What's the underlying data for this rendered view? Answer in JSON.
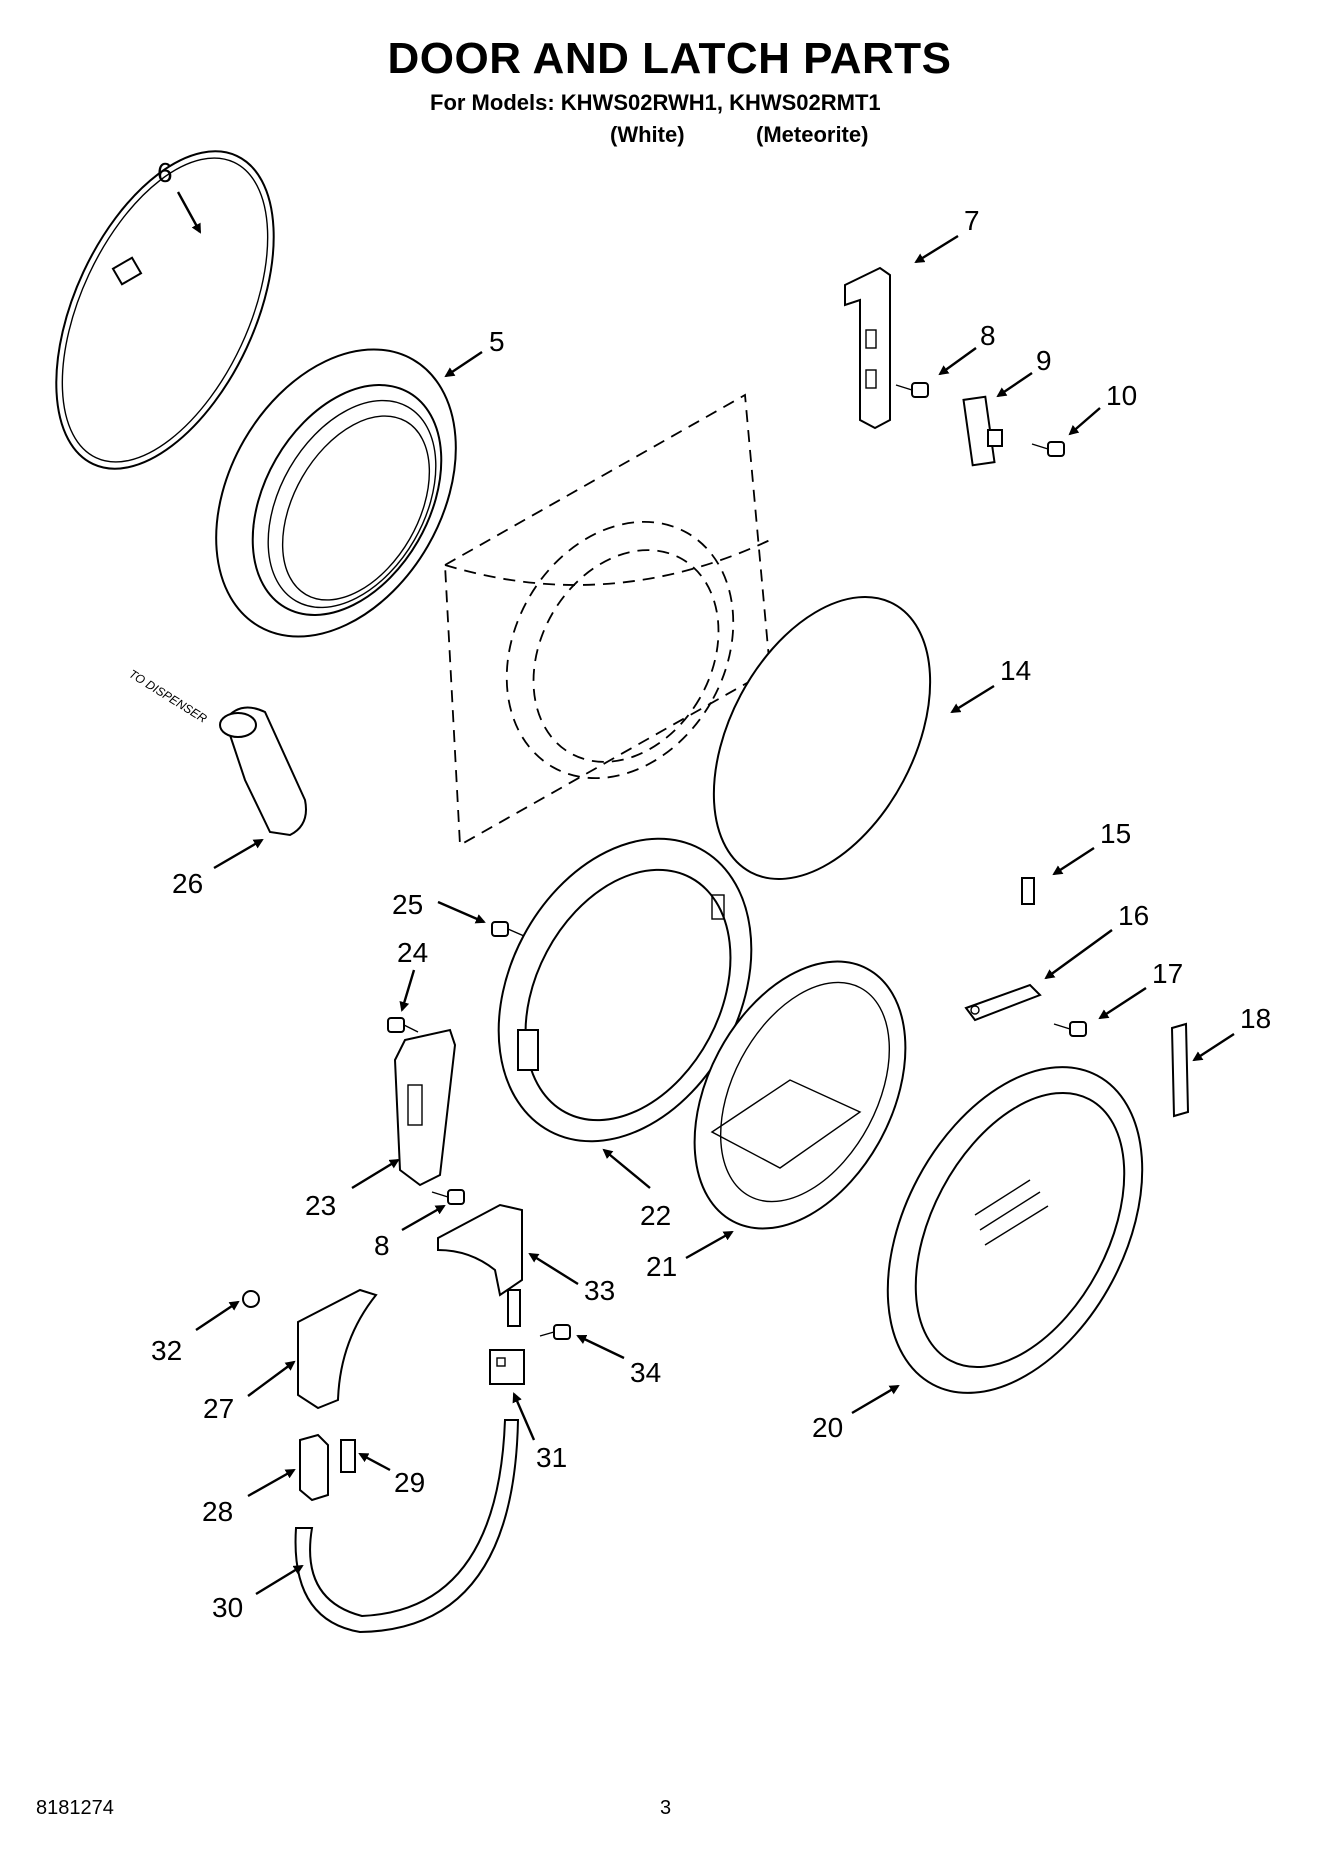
{
  "header": {
    "title": "DOOR AND LATCH PARTS",
    "models_line": "For Models: KHWS02RWH1, KHWS02RMT1",
    "variant_white": "(White)",
    "variant_meteorite": "(Meteorite)"
  },
  "diagram": {
    "note_dispenser": "TO DISPENSER",
    "callouts": {
      "c6": "6",
      "c5": "5",
      "c7": "7",
      "c8a": "8",
      "c9": "9",
      "c10": "10",
      "c14": "14",
      "c15": "15",
      "c16": "16",
      "c17": "17",
      "c18": "18",
      "c20": "20",
      "c21": "21",
      "c22": "22",
      "c23": "23",
      "c24": "24",
      "c25": "25",
      "c26": "26",
      "c27": "27",
      "c28": "28",
      "c29": "29",
      "c30": "30",
      "c31": "31",
      "c32": "32",
      "c33": "33",
      "c34": "34",
      "c8b": "8"
    }
  },
  "footer": {
    "doc_number": "8181274",
    "page_number": "3"
  }
}
